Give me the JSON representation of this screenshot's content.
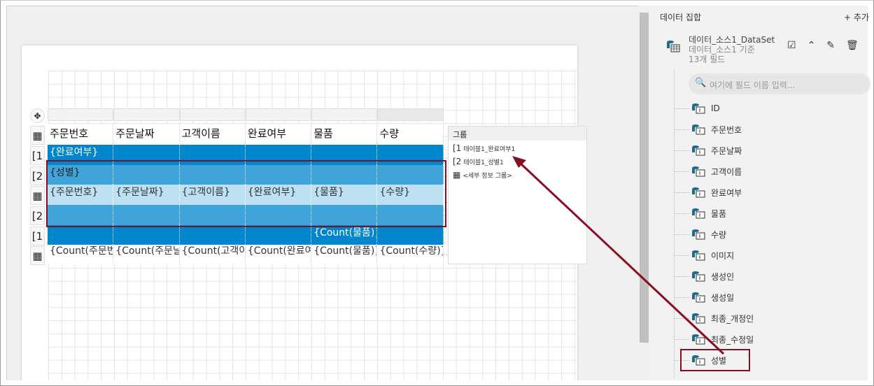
{
  "report": {
    "columns": [
      "주문번호",
      "주문날짜",
      "고객이름",
      "완료여부",
      "물품",
      "수량"
    ],
    "handles": [
      "✥",
      "▦",
      "[1",
      "[2",
      "▦",
      "[2",
      "[1",
      "▦"
    ],
    "group1_row": [
      "{완료여부}",
      "",
      "",
      "",
      "",
      ""
    ],
    "group2_row": [
      "{성별}",
      "",
      "",
      "",
      "",
      ""
    ],
    "detail_row": [
      "{주문번호}",
      "{주문날짜}",
      "{고객이름}",
      "{완료여부}",
      "{물품}",
      "{수량}"
    ],
    "group2_footer": [
      "",
      "",
      "",
      "",
      "",
      ""
    ],
    "group1_footer": [
      "",
      "",
      "",
      "",
      "{Count(물품)}",
      ""
    ],
    "table_footer": [
      "{Count(주문번호)}",
      "{Count(주문날짜)}",
      "{Count(고객이름)}",
      "{Count(완료여부)}",
      "{Count(물품)}",
      "{Count(수량)}"
    ]
  },
  "groups_panel": {
    "title": "그룹",
    "items": [
      {
        "marker": "[1",
        "label": "테이블1_완료여부1"
      },
      {
        "marker": "[2",
        "label": "테이블1_성별1"
      },
      {
        "marker": "▦",
        "label": "<세부 정보 그룹>"
      }
    ]
  },
  "data_panel": {
    "title": "데이터 집합",
    "add_label": "+ 추가",
    "dataset": {
      "name": "데이터_소스1_DataSet",
      "source": "데이터_소스1 기준",
      "field_count": "13개 필드"
    },
    "search_placeholder": "여기에 필드 이름 입력...",
    "fields": [
      "ID",
      "주문번호",
      "주문날짜",
      "고객이름",
      "완료여부",
      "물품",
      "수량",
      "이미지",
      "생성인",
      "생성일",
      "최종_개정인",
      "최종_수정일",
      "성별"
    ]
  },
  "colors": {
    "accent": "#0086cc",
    "highlight": "#8b0c22"
  }
}
